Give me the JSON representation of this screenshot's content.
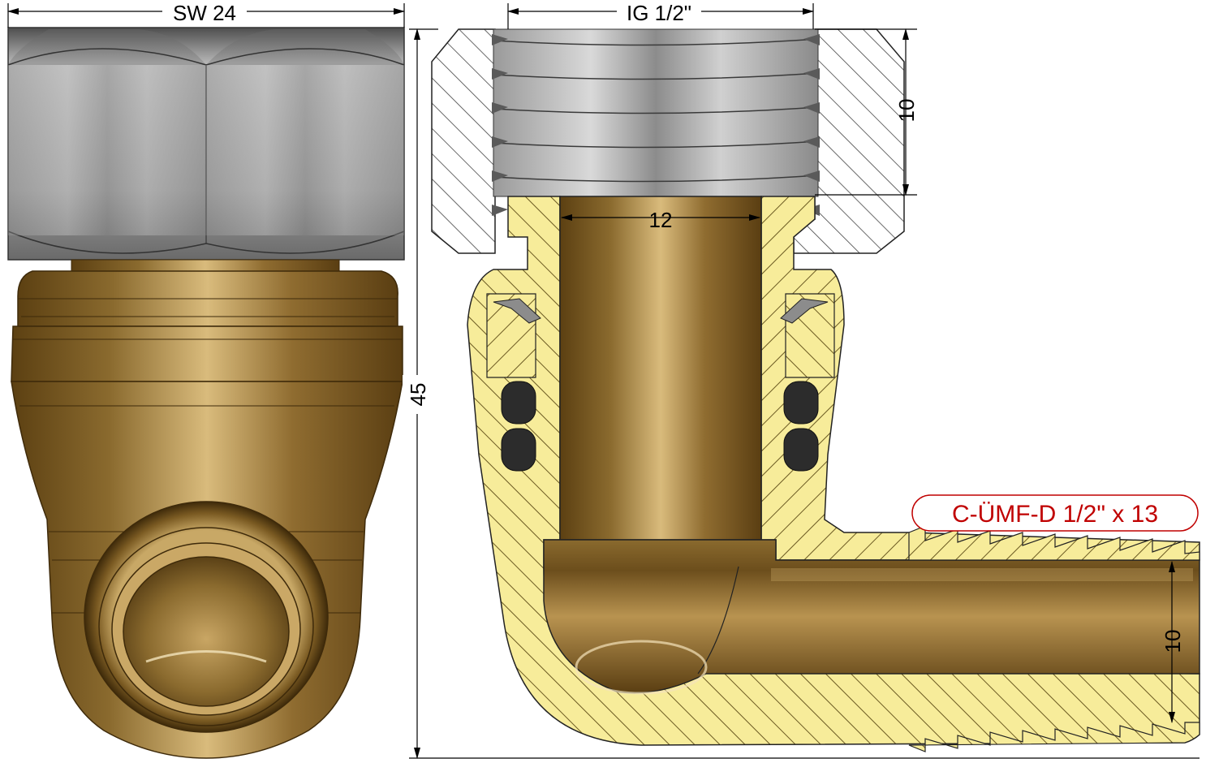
{
  "dimensions": {
    "wrench_size": "SW 24",
    "thread": "IG 1/2\"",
    "thread_depth": "10",
    "bore_diameter": "12",
    "overall_height": "45",
    "outlet_diameter": "10"
  },
  "product_label": "C-ÜMF-D 1/2\" x 13",
  "colors": {
    "brass_dark": "#6e4f1a",
    "brass_mid": "#a8803c",
    "brass_light": "#e2c48a",
    "hatch_fill": "#f7ec9a",
    "hatch_line": "#6b5a22",
    "steel_dark": "#5a5a5a",
    "steel_light": "#d8d8d8",
    "oring": "#2c2c2c",
    "label_text": "#c00000",
    "label_border": "#c00000"
  }
}
